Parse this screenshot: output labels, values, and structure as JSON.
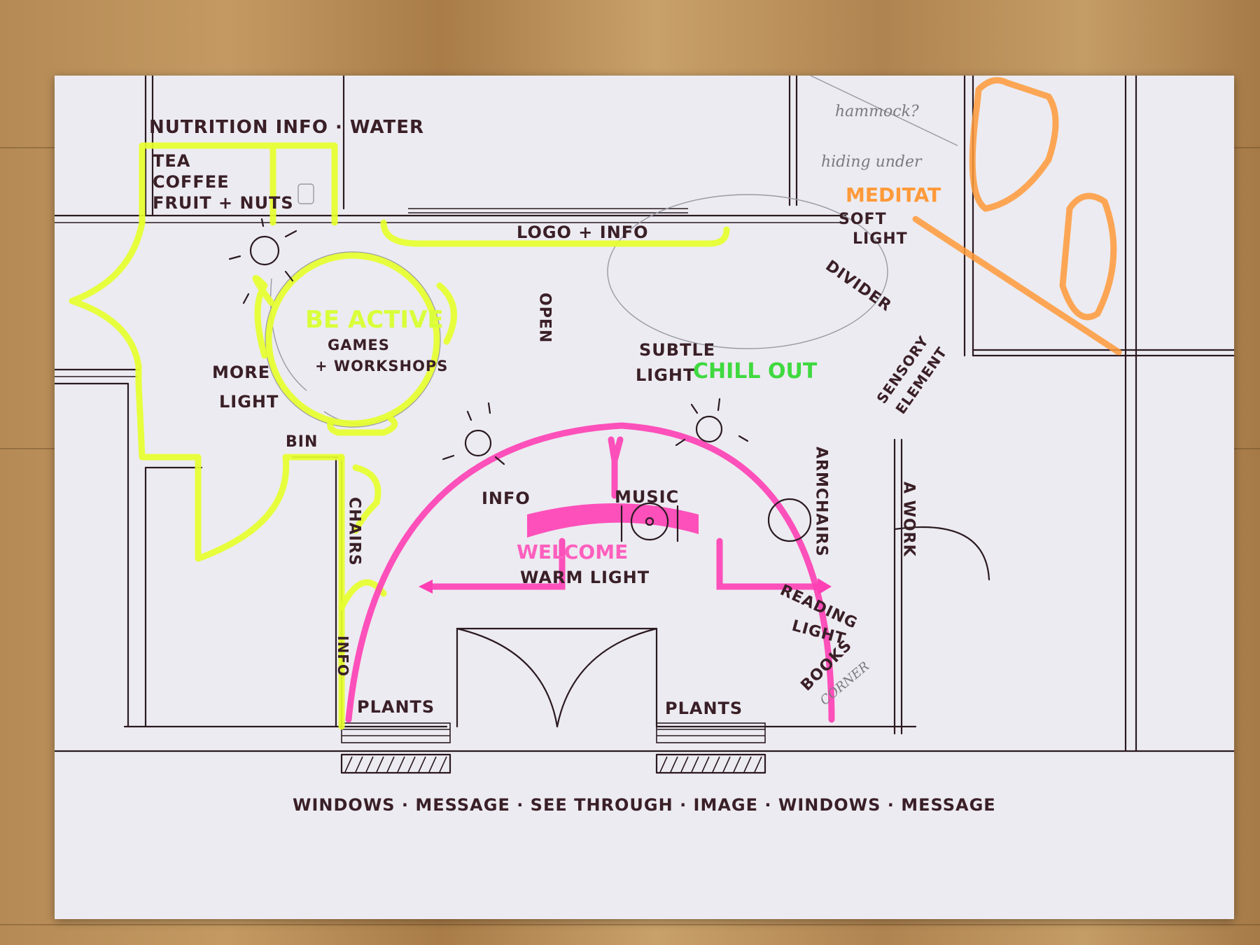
{
  "labels": {
    "nutrition": "NUTRITION INFO · WATER",
    "tea": "TEA",
    "coffee": "COFFEE",
    "fruit": "FRUIT + NUTS",
    "logo": "LOGO + INFO",
    "be_active": "BE ACTIVE",
    "games": "GAMES",
    "workshops": "+ WORKSHOPS",
    "more": "MORE",
    "more_light": "LIGHT",
    "bin": "BIN",
    "chairs": "CHAIRS",
    "info_vertical": "INFO",
    "open": "OPEN",
    "subtle": "SUBTLE",
    "subtle_light": "LIGHT",
    "chillout": "CHILL OUT",
    "hammock": "hammock?",
    "hiding": "hiding under",
    "meditate": "MEDITAT",
    "soft": "SOFT",
    "soft_light": "LIGHT",
    "divider": "DIVIDER",
    "sensory": "SENSORY",
    "element": "ELEMENT",
    "info": "INFO",
    "music": "MUSIC",
    "welcome": "WELCOME",
    "warm_light": "WARM LIGHT",
    "armchairs": "ARMCHAIRS",
    "reading": "READING",
    "reading_light": "LIGHT",
    "books": "BOOKS",
    "corner": "CORNER",
    "work": "A WORK",
    "plants_left": "PLANTS",
    "plants_right": "PLANTS",
    "windows": "WINDOWS · MESSAGE · SEE THROUGH · IMAGE · WINDOWS · MESSAGE"
  },
  "colors": {
    "yellow": "#e6ff2e",
    "green": "#3fd93f",
    "pink": "#ff3fb4",
    "orange": "#ff9a3a",
    "ink": "#2a1a20"
  }
}
